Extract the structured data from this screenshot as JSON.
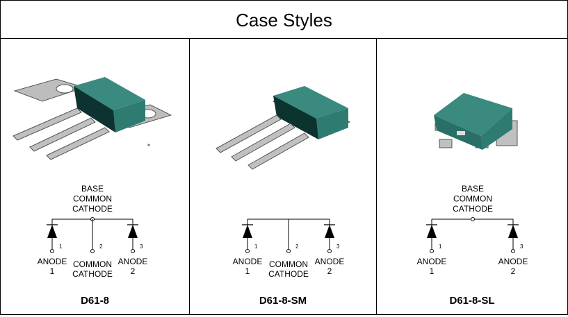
{
  "header": {
    "title": "Case Styles"
  },
  "colors": {
    "body": "#2e7b72",
    "lead": "#b8b8b8"
  },
  "cases": [
    {
      "name": "D61-8",
      "base": [
        "BASE",
        "COMMON",
        "CATHODE"
      ],
      "anode1": [
        "ANODE",
        "1"
      ],
      "pin1": "1",
      "middle": [
        "COMMON",
        "CATHODE"
      ],
      "pin2": "2",
      "anode2": [
        "ANODE",
        "2"
      ],
      "pin3": "3"
    },
    {
      "name": "D61-8-SM",
      "base": [],
      "anode1": [
        "ANODE",
        "1"
      ],
      "pin1": "1",
      "middle": [
        "COMMON",
        "CATHODE"
      ],
      "pin2": "2",
      "anode2": [
        "ANODE",
        "2"
      ],
      "pin3": "3"
    },
    {
      "name": "D61-8-SL",
      "base": [
        "BASE",
        "COMMON",
        "CATHODE"
      ],
      "anode1": [
        "ANODE",
        "1"
      ],
      "pin1": "1",
      "middle": [],
      "anode2": [
        "ANODE",
        "2"
      ],
      "pin3": "3"
    }
  ]
}
